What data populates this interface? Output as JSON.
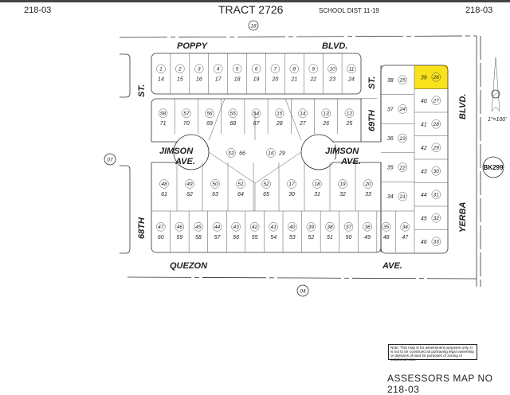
{
  "header": {
    "map_no_left": "218-03",
    "tract": "TRACT 2726",
    "school_dist": "SCHOOL DIST 11-19",
    "map_no_right": "218-03"
  },
  "adjoining_maps": {
    "top": "18",
    "left": "07",
    "bottom": "04"
  },
  "book_badge": "BK299",
  "scale": "1\"=100'",
  "streets": {
    "poppy": "POPPY",
    "poppy_suffix": "BLVD.",
    "quezon": "QUEZON",
    "quezon_suffix": "AVE.",
    "yerba": "YERBA",
    "yerba_suffix": "BLVD.",
    "sixty_eighth": "68TH",
    "sixty_eighth_suffix": "ST.",
    "sixty_ninth": "69TH",
    "sixty_ninth_suffix": "ST.",
    "jimson_left": "JIMSON",
    "jimson_left_suffix": "AVE.",
    "jimson_right": "JIMSON",
    "jimson_right_suffix": "AVE."
  },
  "highlight_color": "#f7e21b",
  "highlighted_parcel": "26",
  "blocks": {
    "top_row": [
      {
        "lot": "14",
        "parcel": "1"
      },
      {
        "lot": "15",
        "parcel": "2"
      },
      {
        "lot": "16",
        "parcel": "3"
      },
      {
        "lot": "17",
        "parcel": "4"
      },
      {
        "lot": "18",
        "parcel": "5"
      },
      {
        "lot": "19",
        "parcel": "6"
      },
      {
        "lot": "20",
        "parcel": "7"
      },
      {
        "lot": "21",
        "parcel": "8"
      },
      {
        "lot": "22",
        "parcel": "9"
      },
      {
        "lot": "23",
        "parcel": "10"
      },
      {
        "lot": "24",
        "parcel": "11"
      }
    ],
    "middle_upper_row": [
      {
        "lot": "71",
        "parcel": "58"
      },
      {
        "lot": "70",
        "parcel": "57"
      },
      {
        "lot": "69",
        "parcel": "56"
      },
      {
        "lot": "68",
        "parcel": "55"
      },
      {
        "lot": "67",
        "parcel": "54"
      },
      {
        "lot": "28",
        "parcel": "15"
      },
      {
        "lot": "27",
        "parcel": "14"
      },
      {
        "lot": "26",
        "parcel": "13"
      },
      {
        "lot": "25",
        "parcel": "12"
      }
    ],
    "center": [
      {
        "lot": "66",
        "parcel": "53"
      },
      {
        "lot": "29",
        "parcel": "16"
      }
    ],
    "middle_lower_row": [
      {
        "lot": "61",
        "parcel": "48"
      },
      {
        "lot": "62",
        "parcel": "49"
      },
      {
        "lot": "63",
        "parcel": "50"
      },
      {
        "lot": "64",
        "parcel": "51"
      },
      {
        "lot": "65",
        "parcel": "52"
      },
      {
        "lot": "30",
        "parcel": "17"
      },
      {
        "lot": "31",
        "parcel": "18"
      },
      {
        "lot": "32",
        "parcel": "19"
      },
      {
        "lot": "33",
        "parcel": "20"
      }
    ],
    "bottom_row": [
      {
        "lot": "60",
        "parcel": "47"
      },
      {
        "lot": "59",
        "parcel": "46"
      },
      {
        "lot": "58",
        "parcel": "45"
      },
      {
        "lot": "57",
        "parcel": "44"
      },
      {
        "lot": "56",
        "parcel": "43"
      },
      {
        "lot": "55",
        "parcel": "42"
      },
      {
        "lot": "54",
        "parcel": "41"
      },
      {
        "lot": "53",
        "parcel": "40"
      },
      {
        "lot": "52",
        "parcel": "39"
      },
      {
        "lot": "51",
        "parcel": "38"
      },
      {
        "lot": "50",
        "parcel": "37"
      },
      {
        "lot": "49",
        "parcel": "36"
      },
      {
        "lot": "48",
        "parcel": "35"
      },
      {
        "lot": "47",
        "parcel": "34"
      }
    ],
    "east_inner_column": [
      {
        "lot": "38",
        "parcel": "25"
      },
      {
        "lot": "37",
        "parcel": "24"
      },
      {
        "lot": "36",
        "parcel": "23"
      },
      {
        "lot": "35",
        "parcel": "22"
      },
      {
        "lot": "34",
        "parcel": "21"
      }
    ],
    "east_outer_column": [
      {
        "lot": "39",
        "parcel": "26"
      },
      {
        "lot": "40",
        "parcel": "27"
      },
      {
        "lot": "41",
        "parcel": "28"
      },
      {
        "lot": "42",
        "parcel": "29"
      },
      {
        "lot": "43",
        "parcel": "30"
      },
      {
        "lot": "44",
        "parcel": "31"
      },
      {
        "lot": "45",
        "parcel": "32"
      },
      {
        "lot": "46",
        "parcel": "33"
      }
    ]
  },
  "note": "Note: This map is for assessment purposes only. It is not to be construed as portraying legal ownership or divisions of land for purposes of zoning or subdivision law.",
  "footer": "ASSESSORS MAP NO 218-03"
}
